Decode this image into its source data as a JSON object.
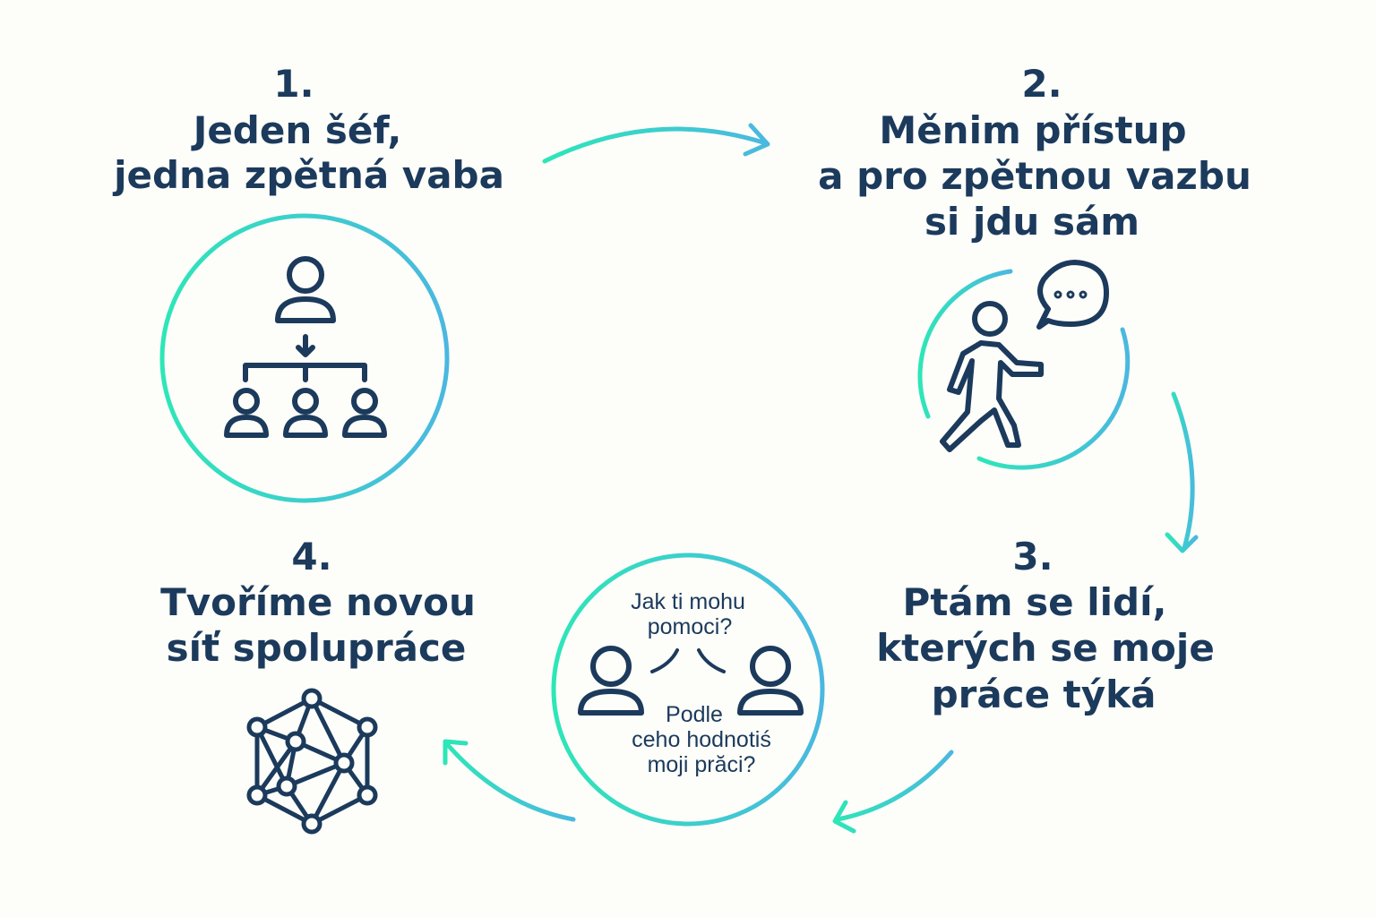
{
  "colors": {
    "navy": "#1b3a5c",
    "teal": "#2ee6b8",
    "blue": "#4ab8e0",
    "background": "#fdfdf9"
  },
  "steps": [
    {
      "number": "1.",
      "lines": [
        "Jeden šéf,",
        "jedna zpětná vaba"
      ],
      "icon": "hierarchy-icon"
    },
    {
      "number": "2.",
      "lines": [
        "Měnim přístup",
        "a pro zpětnou vazbu",
        "si jdu sám"
      ],
      "icon": "walking-person-speech-icon"
    },
    {
      "number": "3.",
      "lines": [
        "Ptám se lidí,",
        "kterých se moje",
        "práce týká"
      ],
      "icon": "dialogue-icon"
    },
    {
      "number": "4.",
      "lines": [
        "Tvoříme novou",
        "síť spolupráce"
      ],
      "icon": "network-icon"
    }
  ],
  "dialogue": {
    "question1": [
      "Jak ti mohu",
      "pomoci?"
    ],
    "question2": [
      "Podle",
      "ceho hodnotiś",
      "moji prăci?"
    ]
  }
}
